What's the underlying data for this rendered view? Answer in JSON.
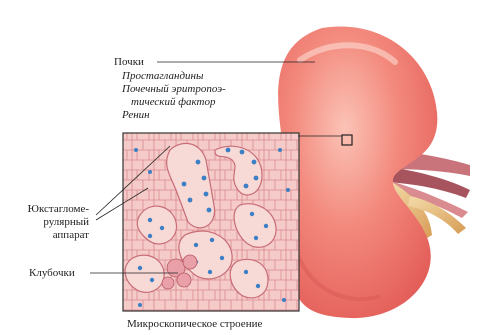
{
  "labels": {
    "kidney": "Почки",
    "hormones": [
      "Простагландины",
      "Почечный эритропоэ-",
      "тический фактор",
      "Ренин"
    ],
    "juxta": [
      "Юкстагломе-",
      "рулярный",
      "аппарат"
    ],
    "glomeruli": "Клубочки",
    "caption": "Микроскопическое строение"
  },
  "colors": {
    "kidney": "#f0746a",
    "kidney_light": "#f8b3a8",
    "tissue": "#f2c3c0",
    "cell_border": "#d77f86",
    "nucleus": "#3d7fc4",
    "fat": "#e6bb7c",
    "vessel": "#b8686f"
  }
}
